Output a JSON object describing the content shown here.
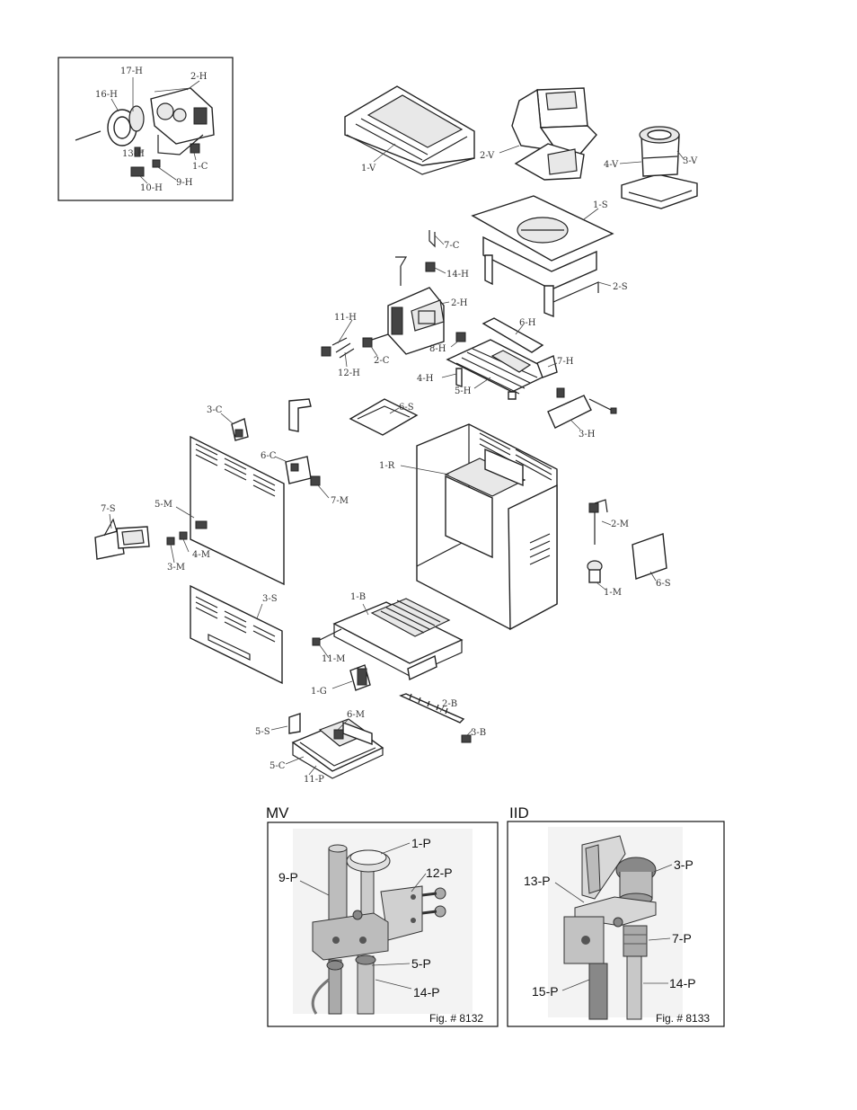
{
  "inset_labels": {
    "17H": "17-H",
    "2H": "2-H",
    "16H": "16-H",
    "13H": "13-H",
    "1C": "1-C",
    "9H": "9-H",
    "10H": "10-H"
  },
  "main_labels": {
    "1V": "1-V",
    "2V": "2-V",
    "4V": "4-V",
    "3V": "3-V",
    "1S": "1-S",
    "2S": "2-S",
    "7C": "7-C",
    "14H": "14-H",
    "2H": "2-H",
    "11H": "11-H",
    "12H": "12-H",
    "2C": "2-C",
    "8H": "8-H",
    "6H": "6-H",
    "7H": "7-H",
    "4H": "4-H",
    "5H": "5-H",
    "3H": "3-H",
    "3C": "3-C",
    "6S_a": "6-S",
    "6C": "6-C",
    "1R": "1-R",
    "7M": "7-M",
    "7S": "7-S",
    "5M": "5-M",
    "4M": "4-M",
    "3M": "3-M",
    "2M": "2-M",
    "1M": "1-M",
    "6S_b": "6-S",
    "3S": "3-S",
    "1B": "1-B",
    "11M": "11-M",
    "1G": "1-G",
    "2B": "2-B",
    "3B": "3-B",
    "5S": "5-S",
    "6M": "6-M",
    "5C": "5-C",
    "11P": "11-P"
  },
  "mv": {
    "heading": "MV",
    "labels": {
      "1P": "1-P",
      "9P": "9-P",
      "12P": "12-P",
      "5P": "5-P",
      "14P": "14-P"
    },
    "fig": "Fig. # 8132"
  },
  "iid": {
    "heading": "IID",
    "labels": {
      "3P": "3-P",
      "13P": "13-P",
      "7P": "7-P",
      "15P": "15-P",
      "14P": "14-P"
    },
    "fig": "Fig. # 8133"
  }
}
